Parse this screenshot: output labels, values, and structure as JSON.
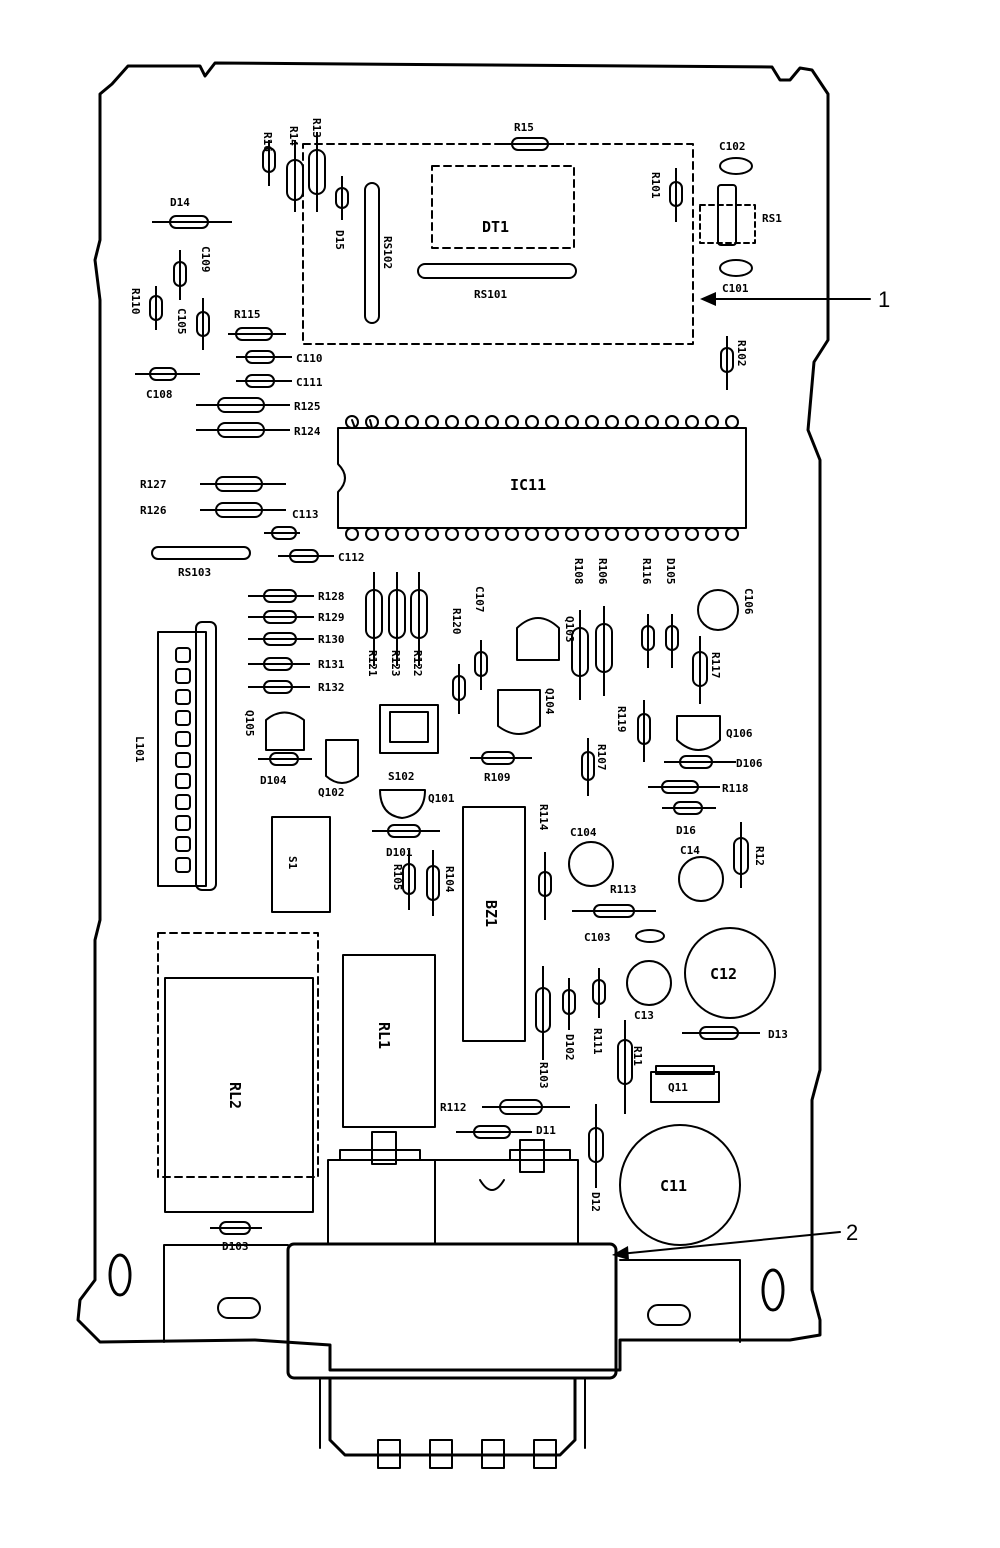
{
  "callouts": {
    "one": "1",
    "two": "2"
  },
  "labels": {
    "r16": "R16",
    "r14": "R14",
    "r13": "R13",
    "r15": "R15",
    "c102": "C102",
    "r101": "R101",
    "rs1": "RS1",
    "dt1": "DT1",
    "d14": "D14",
    "d15": "D15",
    "rs102": "RS102",
    "rs101": "RS101",
    "c101": "C101",
    "c109": "C109",
    "r110": "R110",
    "c105": "C105",
    "r115": "R115",
    "r102": "R102",
    "c110": "C110",
    "c111": "C111",
    "c108": "C108",
    "r125": "R125",
    "r124": "R124",
    "ic11": "IC11",
    "r127": "R127",
    "r126": "R126",
    "c113": "C113",
    "c112": "C112",
    "rs103": "RS103",
    "r128": "R128",
    "r129": "R129",
    "r130": "R130",
    "r131": "R131",
    "r132": "R132",
    "r121": "R121",
    "r123": "R123",
    "r122": "R122",
    "r120": "R120",
    "c107": "C107",
    "q103": "Q103",
    "r108": "R108",
    "r106": "R106",
    "r116": "R116",
    "d105": "D105",
    "c106": "C106",
    "r117": "R117",
    "q104": "Q104",
    "l101": "L101",
    "q105": "Q105",
    "d104": "D104",
    "q102": "Q102",
    "s102": "S102",
    "r109": "R109",
    "r119": "R119",
    "q106": "Q106",
    "d106": "D106",
    "r107": "R107",
    "r118": "R118",
    "q101": "Q101",
    "r114": "R114",
    "d16": "D16",
    "c104": "C104",
    "c14": "C14",
    "r12": "R12",
    "s1": "S1",
    "d101": "D101",
    "r105": "R105",
    "r104": "R104",
    "bz1": "BZ1",
    "r113": "R113",
    "c103": "C103",
    "c12": "C12",
    "c13": "C13",
    "rl1": "RL1",
    "rl2": "RL2",
    "r111": "R111",
    "d102": "D102",
    "d13": "D13",
    "r11": "R11",
    "q11": "Q11",
    "r103": "R103",
    "r112": "R112",
    "d11": "D11",
    "c11": "C11",
    "d12": "D12",
    "d103": "D103"
  }
}
